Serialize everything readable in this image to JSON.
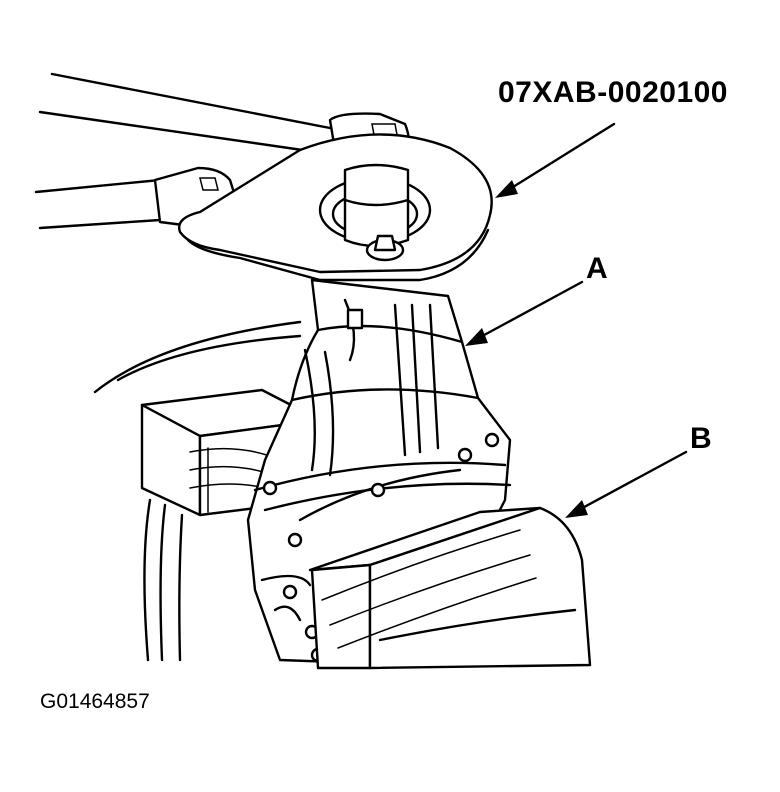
{
  "labels": {
    "tool": "07XAB-0020100",
    "part_a": "A",
    "part_b": "B",
    "figure_id": "G01464857"
  }
}
